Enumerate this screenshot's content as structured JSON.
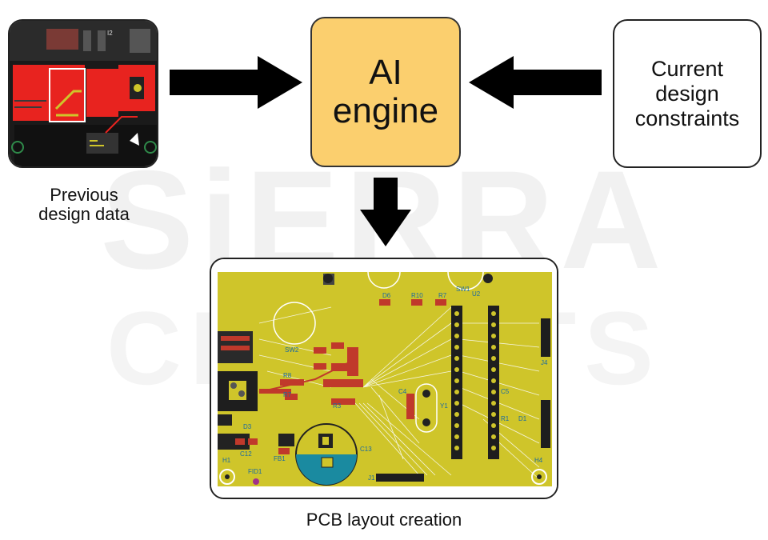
{
  "watermark": {
    "line1": "SiERRA",
    "line2": "CIRCUITS"
  },
  "nodes": {
    "previous": {
      "caption_line1": "Previous",
      "caption_line2": "design data"
    },
    "ai_engine": {
      "line1": "AI",
      "line2": "engine",
      "fill": "#fbcf6e"
    },
    "constraints": {
      "line1": "Current",
      "line2": "design",
      "line3": "constraints"
    },
    "pcb": {
      "caption": "PCB layout creation"
    }
  },
  "pcb_labels": {
    "d6": "D6",
    "r10": "R10",
    "r7": "R7",
    "sw1": "SW1",
    "u2": "U2",
    "sw2": "SW2",
    "r8": "R8",
    "r7b": "R7",
    "r3": "R3",
    "c4": "C4",
    "y1": "Y1",
    "c5": "C5",
    "r1": "R1",
    "d1": "D1",
    "d3": "D3",
    "c12": "C12",
    "fb1": "FB1",
    "c13": "C13",
    "j4": "J4",
    "h1": "H1",
    "fid1": "FID1",
    "h4": "H4",
    "j1": "J1"
  },
  "prev_labels": {
    "i2": "I2"
  },
  "colors": {
    "arrow": "#000000",
    "pcb_board": "#cfc52a",
    "pcb_copper": "#c0392b",
    "prev_red": "#e8231f"
  }
}
